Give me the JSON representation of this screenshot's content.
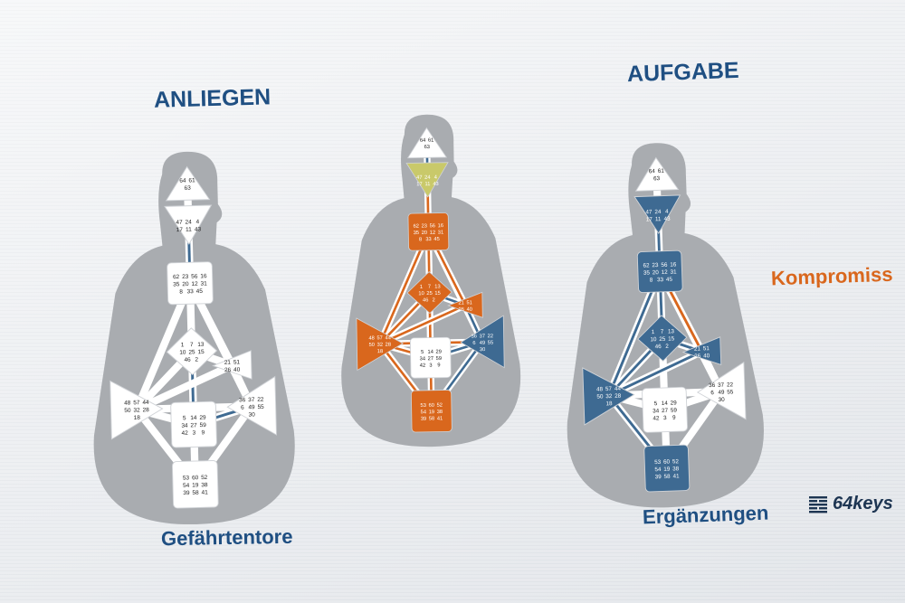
{
  "labels": {
    "anliegen": "ANLIEGEN",
    "aufgabe": "AUFGABE",
    "kompromiss": "Kompromiss",
    "gefaehrtentore": "Gefährtentore",
    "ergaenzungen": "Ergänzungen",
    "logo": "64keys"
  },
  "colors": {
    "title_blue": "#1f4f82",
    "accent_orange": "#d9671d",
    "center_blue": "#3e6a92",
    "head_yellow": "#c9c96a",
    "silhouette_gray": "#a9acb0",
    "undefined_center": "#ffffff"
  },
  "icons": [
    "hexagram-logo-icon"
  ],
  "gates": {
    "head": [
      "64",
      "61",
      "63"
    ],
    "ajna": [
      "47",
      "24",
      "4",
      "17",
      "11",
      "43"
    ],
    "throat": [
      "62",
      "23",
      "56",
      "16",
      "35",
      "20",
      "12",
      "31",
      "8",
      "33",
      "45"
    ],
    "g": [
      "1",
      "7",
      "13",
      "10",
      "25",
      "15",
      "46",
      "2"
    ],
    "ego": [
      "21",
      "51",
      "26",
      "40"
    ],
    "spleen": [
      "48",
      "57",
      "44",
      "50",
      "32",
      "28",
      "18"
    ],
    "sacral": [
      "5",
      "14",
      "29",
      "34",
      "27",
      "59",
      "42",
      "3",
      "9"
    ],
    "solar": [
      "36",
      "37",
      "22",
      "6",
      "49",
      "55",
      "30"
    ],
    "root": [
      "53",
      "60",
      "52",
      "54",
      "19",
      "38",
      "39",
      "58",
      "41"
    ]
  }
}
